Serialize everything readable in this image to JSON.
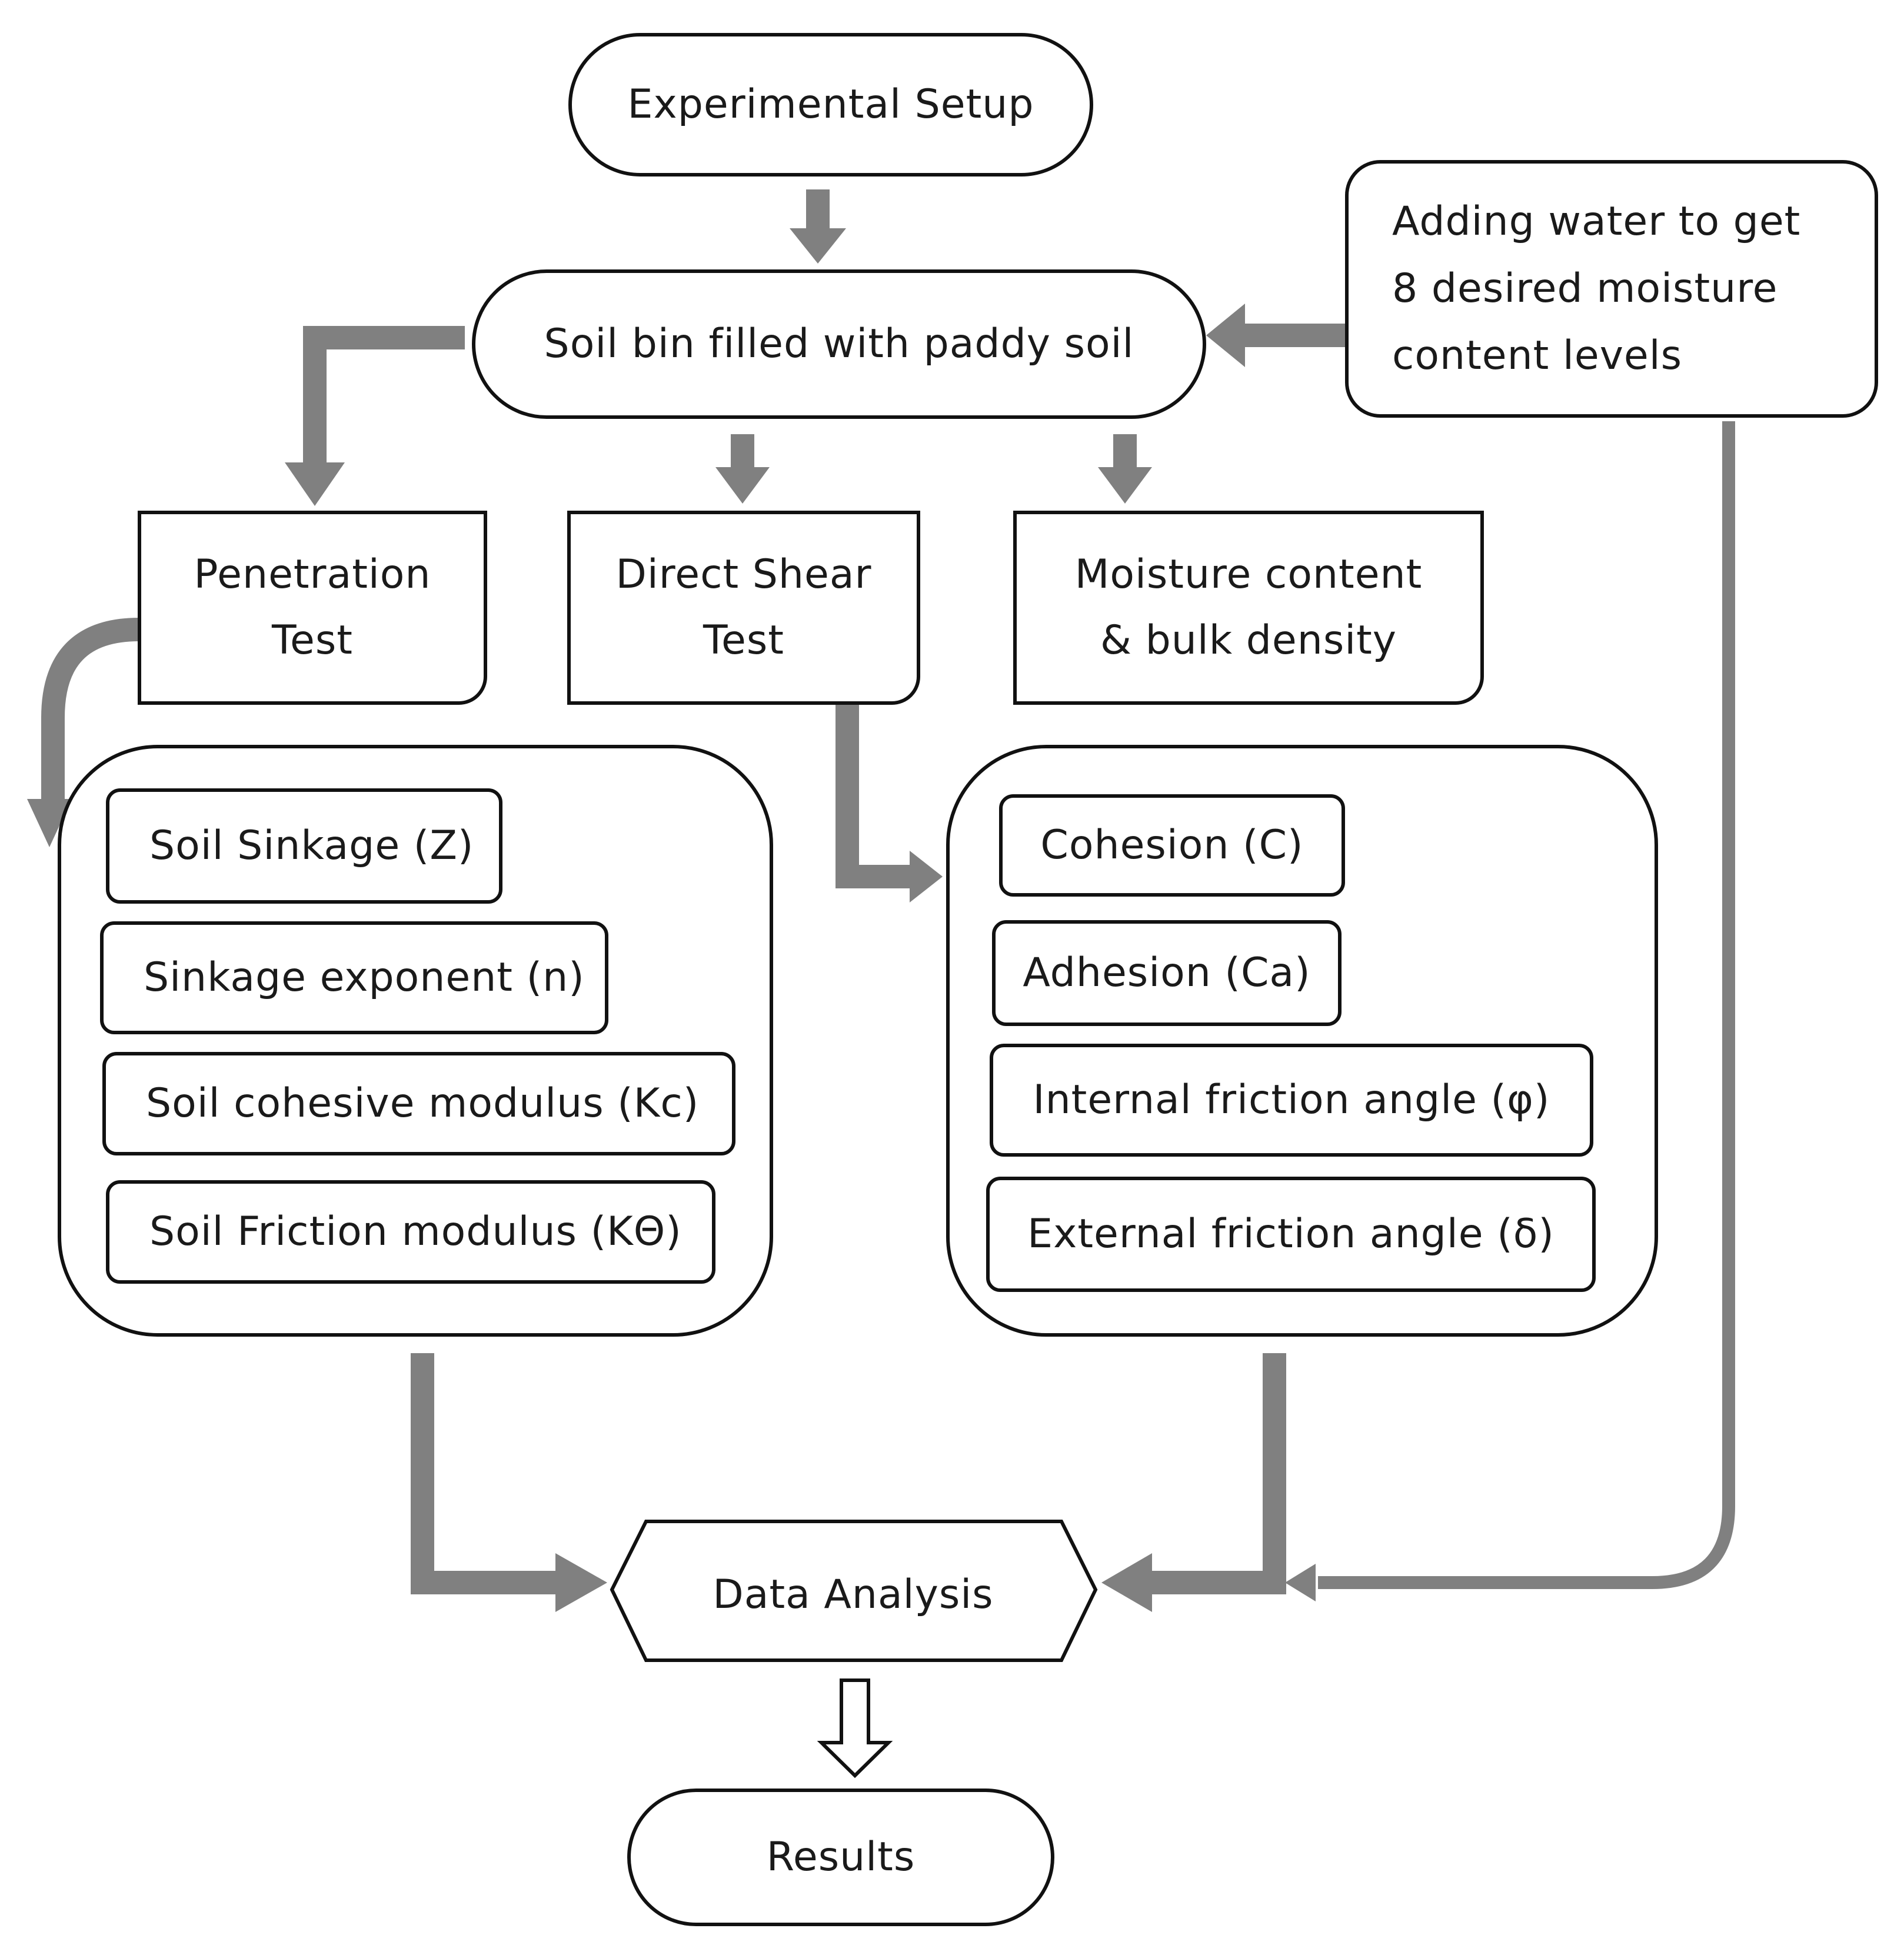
{
  "nodes": {
    "experimental_setup": "Experimental Setup",
    "soil_bin": "Soil bin filled with paddy soil",
    "adding_water": "Adding water to get\n8 desired moisture\ncontent levels",
    "penetration_test": "Penetration\nTest",
    "direct_shear_test": "Direct Shear\nTest",
    "moisture_density": "Moisture content\n& bulk density",
    "data_analysis": "Data Analysis",
    "results": "Results"
  },
  "penetration_params": [
    "Soil Sinkage (Z)",
    "Sinkage exponent (n)",
    "Soil cohesive modulus (Kc)",
    "Soil Friction modulus (KΘ)"
  ],
  "shear_params": [
    "Cohesion (C)",
    "Adhesion (Ca)",
    "Internal friction angle (φ)",
    "External friction angle (δ)"
  ],
  "colors": {
    "arrow": "#808080",
    "border": "#111111",
    "background": "#ffffff"
  }
}
